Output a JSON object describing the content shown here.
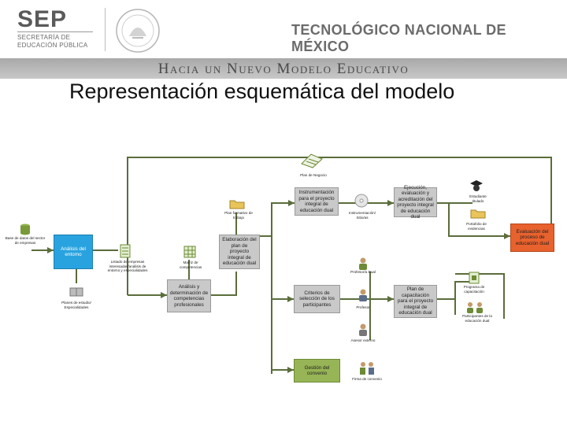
{
  "header": {
    "sep": "SEP",
    "sep_sub_1": "SECRETARÍA DE",
    "sep_sub_2": "EDUCACIÓN PÚBLICA",
    "institution": "TECNOLÓGICO NACIONAL DE MÉXICO",
    "band": "Hacia un Nuevo Modelo Educativo"
  },
  "title": "Representación esquemática del modelo",
  "diagram": {
    "analisis": "Análisis del entorno",
    "analisis_comp": "Análisis y determinación de competencias profesionales",
    "elaboracion": "Elaboración del plan de proyecto integral de educación dual",
    "instrumentacion": "Instrumentación para el proyecto integral de educación dual",
    "ejecucion": "Ejecución, evaluación y acreditación del proyecto integral de educación dual",
    "criterios": "Criterios de selección de los participantes",
    "plan_cap": "Plan de capacitación para el proyecto integral de educación dual",
    "gestion": "Gestión del convenio",
    "evaluacion": "Evaluación del proceso de educación dual",
    "lbl_base_datos": "Base de datos del sector de empresas",
    "lbl_planes": "Planes de estudio/ Especialidades",
    "lbl_listado": "Listado de empresas interesadas/análisis de entorno y especialidades",
    "lbl_matriz": "Matriz de competencias",
    "lbl_plan_trabajo": "Plan formativo de trabajo",
    "lbl_plan_negocio": "Plan de Negocio",
    "lbl_instrumentacion": "Instrumentación/ Sitio/as",
    "lbl_estudiante": "Estudiante titulado",
    "lbl_portafolio": "Portafolio de evidencias",
    "lbl_profesor_dual": "Profesor/a Dual",
    "lbl_profesor": "Profesor",
    "lbl_asesor": "Asesor externo",
    "lbl_programa": "Programa de capacitación",
    "lbl_participantes": "Participantes de la educación dual",
    "lbl_firma": "Firma de convenio"
  },
  "colors": {
    "blue": "#29a3df",
    "green": "#97b456",
    "red": "#e8622e",
    "gray": "#c9c9c9",
    "line": "#5b6d3b"
  }
}
